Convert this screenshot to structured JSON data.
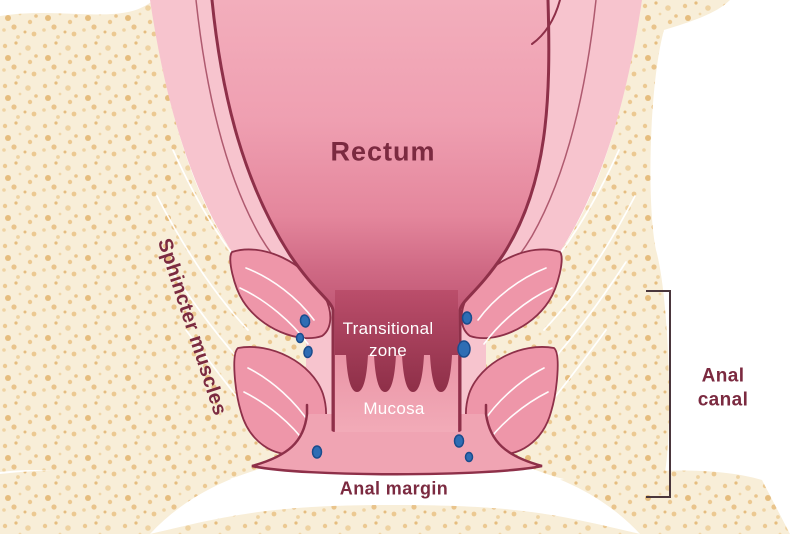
{
  "labels": {
    "rectum": "Rectum",
    "sphincter_muscles": "Sphincter muscles",
    "transitional_zone": {
      "line1": "Transitional",
      "line2": "zone"
    },
    "mucosa": "Mucosa",
    "anal_margin": "Anal margin",
    "anal_canal": {
      "line1": "Anal",
      "line2": "canal"
    }
  },
  "colors": {
    "label_text": "#7b2a40",
    "inner_label_text": "#ffffff",
    "outline_maroon": "#8e3049",
    "fat_tissue_base": "#f8eed8",
    "fat_tissue_speckle": "#e9c48c",
    "outer_wall_pink": "#f7c4ce",
    "muscle_pink": "#ee96a9",
    "rectum_light": "#f3aebc",
    "rectum_deep": "#b04e6a",
    "transitional_dark": "#8e2f48",
    "mucosa_pink": "#f0a6b4",
    "node_blue": "#2e6db4",
    "node_blue_outline": "#1b4c8c",
    "bracket": "#4a363c",
    "background": "#ffffff"
  }
}
